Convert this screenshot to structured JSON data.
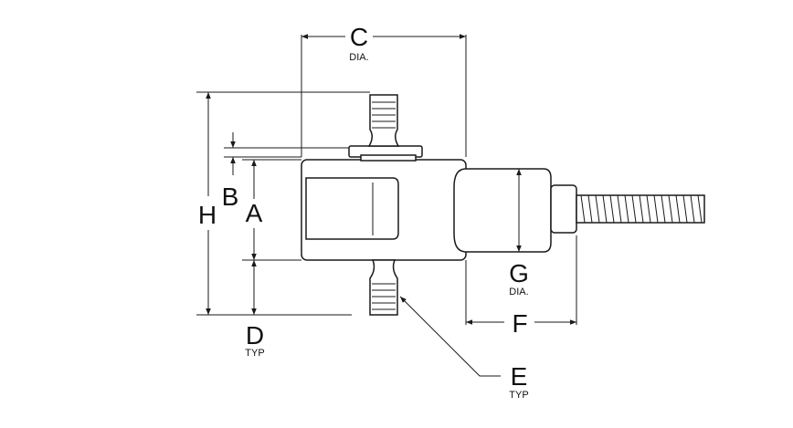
{
  "labels": {
    "c": "C",
    "c_sub": "DIA.",
    "b": "B",
    "a": "A",
    "h": "H",
    "d": "D",
    "d_sub": "TYP",
    "g": "G",
    "g_sub": "DIA.",
    "f": "F",
    "e": "E",
    "e_sub": "TYP"
  },
  "colors": {
    "line": "#1a1a1a",
    "background": "#ffffff"
  }
}
